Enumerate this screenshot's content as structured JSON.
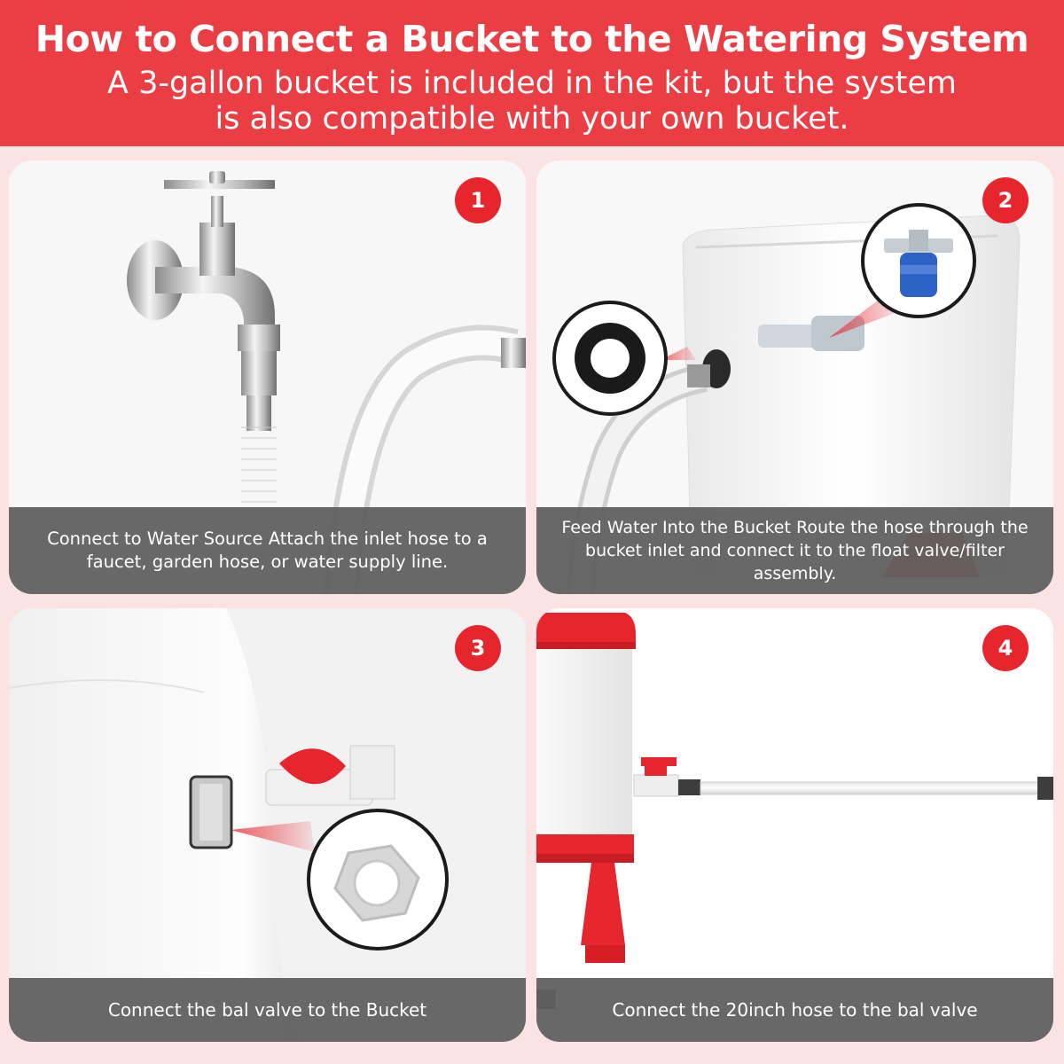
{
  "header": {
    "title": "How to Connect a Bucket to the Watering System",
    "subtitle": "A 3-gallon bucket is included in the kit, but the system is also compatible with your own bucket."
  },
  "colors": {
    "accent": "#ea3d44",
    "badge": "#e7252d",
    "caption_bg": "#606060",
    "background": "#fbe3e4"
  },
  "steps": [
    {
      "number": "1",
      "caption": "Connect to Water Source Attach the inlet hose to a faucet, garden hose, or water supply line.",
      "icon": "faucet-icon"
    },
    {
      "number": "2",
      "caption": "Feed Water Into the Bucket Route the hose through the bucket inlet and connect it to the float valve/filter assembly.",
      "icon": "float-valve-icon"
    },
    {
      "number": "3",
      "caption": "Connect the bal valve to the Bucket",
      "icon": "hex-nut-icon"
    },
    {
      "number": "4",
      "caption": "Connect the 20inch hose to the bal valve",
      "icon": "bucket-stand-icon"
    }
  ]
}
